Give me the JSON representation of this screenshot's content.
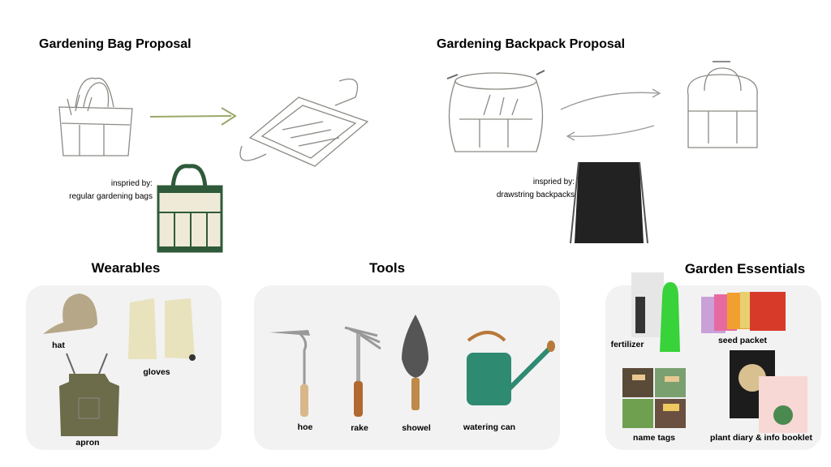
{
  "bag_proposal": {
    "title": "Gardening Bag Proposal",
    "inspired_label": "inspried by:",
    "inspired_source": "regular gardening bags"
  },
  "backpack_proposal": {
    "title": "Gardening Backpack Proposal",
    "inspired_label": "inspried by:",
    "inspired_source": "drawstring backpacks"
  },
  "sections": {
    "wearables": {
      "title": "Wearables",
      "items": [
        "hat",
        "gloves",
        "apron"
      ]
    },
    "tools": {
      "title": "Tools",
      "items": [
        "hoe",
        "rake",
        "showel",
        "watering can"
      ]
    },
    "essentials": {
      "title": "Garden Essentials",
      "items": [
        "fertilizer",
        "seed packet",
        "name tags",
        "plant diary & info booklet"
      ]
    }
  },
  "colors": {
    "panel": "#f2f2f2",
    "sketch": "#8a8a84",
    "arrow": "#9aa86a",
    "bag_green": "#2f5a3a",
    "bag_cream": "#efe9d8"
  }
}
